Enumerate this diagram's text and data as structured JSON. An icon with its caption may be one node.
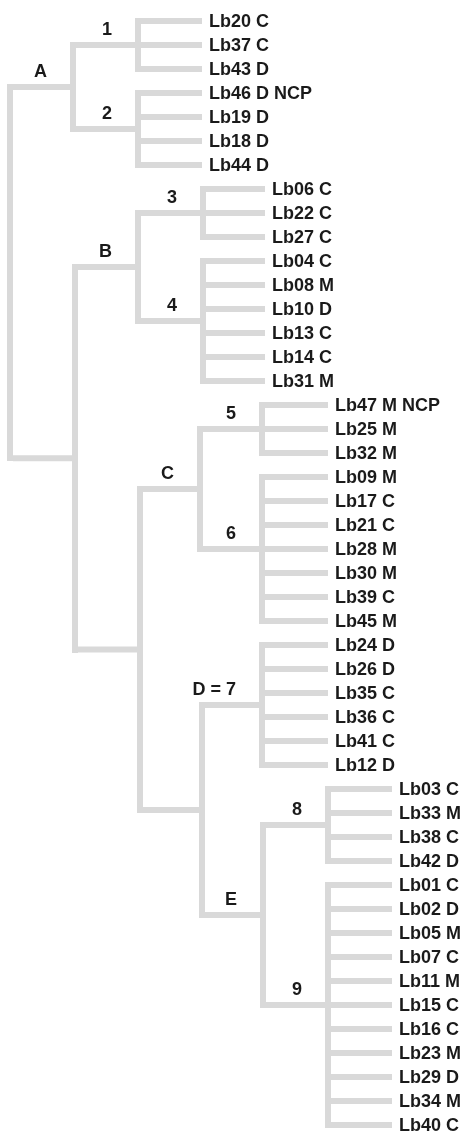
{
  "diagram": {
    "nodes": [
      {
        "text": [],
        "shape": "bar"
      },
      {
        "text": [
          "A"
        ]
      },
      {
        "text": [
          "1"
        ]
      },
      {
        "text": [
          "Lb20 C"
        ]
      },
      {
        "text": [
          "Lb37 C"
        ]
      },
      {
        "text": [
          "Lb43 D"
        ]
      },
      {
        "text": [
          "2"
        ]
      },
      {
        "text": [
          "Lb46 D NCP"
        ]
      },
      {
        "text": [
          "Lb19 D"
        ]
      },
      {
        "text": [
          "Lb18 D"
        ]
      },
      {
        "text": [
          "Lb44 D"
        ]
      },
      {
        "text": [],
        "shape": "bar"
      },
      {
        "text": [
          "B"
        ]
      },
      {
        "text": [
          "3"
        ]
      },
      {
        "text": [
          "Lb06 C"
        ]
      },
      {
        "text": [
          "Lb22 C"
        ]
      },
      {
        "text": [
          "Lb27 C"
        ]
      },
      {
        "text": [
          "4"
        ]
      },
      {
        "text": [
          "Lb04 C"
        ]
      },
      {
        "text": [
          "Lb08 M"
        ]
      },
      {
        "text": [
          "Lb10 D"
        ]
      },
      {
        "text": [
          "Lb13 C"
        ]
      },
      {
        "text": [
          "Lb14 C"
        ]
      },
      {
        "text": [
          "Lb31 M"
        ]
      },
      {
        "text": [],
        "shape": "bar"
      },
      {
        "text": [
          "C"
        ]
      },
      {
        "text": [
          "5"
        ]
      },
      {
        "text": [
          "Lb47 M NCP"
        ]
      },
      {
        "text": [
          "Lb25 M"
        ]
      },
      {
        "text": [
          "Lb32 M"
        ]
      },
      {
        "text": [
          "6"
        ]
      },
      {
        "text": [
          "Lb09 M"
        ]
      },
      {
        "text": [
          "Lb17 C"
        ]
      },
      {
        "text": [
          "Lb21 C"
        ]
      },
      {
        "text": [
          "Lb28 M"
        ]
      },
      {
        "text": [
          "Lb30 M"
        ]
      },
      {
        "text": [
          "Lb39 C"
        ]
      },
      {
        "text": [
          "Lb45 M"
        ]
      },
      {
        "text": [],
        "shape": "bar"
      },
      {
        "text": [
          "D = 7"
        ]
      },
      {
        "text": [
          "Lb24 D"
        ]
      },
      {
        "text": [
          "Lb26 D"
        ]
      },
      {
        "text": [
          "Lb35 C"
        ]
      },
      {
        "text": [
          "Lb36 C"
        ]
      },
      {
        "text": [
          "Lb41 C"
        ]
      },
      {
        "text": [
          "Lb12 D"
        ]
      },
      {
        "text": [
          "E"
        ]
      },
      {
        "text": [
          "8"
        ]
      },
      {
        "text": [
          "Lb03 C"
        ]
      },
      {
        "text": [
          "Lb33 M"
        ]
      },
      {
        "text": [
          "Lb38 C"
        ]
      },
      {
        "text": [
          "Lb42 D"
        ]
      },
      {
        "text": [
          "9"
        ]
      },
      {
        "text": [
          "Lb01 C"
        ]
      },
      {
        "text": [
          "Lb02 D"
        ]
      },
      {
        "text": [
          "Lb05 M"
        ]
      },
      {
        "text": [
          "Lb07 C"
        ]
      },
      {
        "text": [
          "Lb11 M"
        ]
      },
      {
        "text": [
          "Lb15 C"
        ]
      },
      {
        "text": [
          "Lb16 C"
        ]
      },
      {
        "text": [
          "Lb23 M"
        ]
      },
      {
        "text": [
          "Lb29 D"
        ]
      },
      {
        "text": [
          "Lb34 M"
        ]
      },
      {
        "text": [
          "Lb40 C"
        ]
      }
    ],
    "edges": [
      {
        "from": 0,
        "to": 1,
        "arrow": "none"
      },
      {
        "from": 0,
        "to": 11,
        "arrow": "none"
      },
      {
        "from": 1,
        "to": 2,
        "arrow": "none"
      },
      {
        "from": 1,
        "to": 6,
        "arrow": "none"
      },
      {
        "from": 2,
        "to": 3,
        "arrow": "none"
      },
      {
        "from": 2,
        "to": 4,
        "arrow": "none"
      },
      {
        "from": 2,
        "to": 5,
        "arrow": "none"
      },
      {
        "from": 6,
        "to": 7,
        "arrow": "none"
      },
      {
        "from": 6,
        "to": 8,
        "arrow": "none"
      },
      {
        "from": 6,
        "to": 9,
        "arrow": "none"
      },
      {
        "from": 6,
        "to": 10,
        "arrow": "none"
      },
      {
        "from": 11,
        "to": 12,
        "arrow": "none"
      },
      {
        "from": 11,
        "to": 24,
        "arrow": "none"
      },
      {
        "from": 12,
        "to": 13,
        "arrow": "none"
      },
      {
        "from": 12,
        "to": 17,
        "arrow": "none"
      },
      {
        "from": 13,
        "to": 14,
        "arrow": "none"
      },
      {
        "from": 13,
        "to": 15,
        "arrow": "none"
      },
      {
        "from": 13,
        "to": 16,
        "arrow": "none"
      },
      {
        "from": 17,
        "to": 18,
        "arrow": "none"
      },
      {
        "from": 17,
        "to": 19,
        "arrow": "none"
      },
      {
        "from": 17,
        "to": 20,
        "arrow": "none"
      },
      {
        "from": 17,
        "to": 21,
        "arrow": "none"
      },
      {
        "from": 17,
        "to": 22,
        "arrow": "none"
      },
      {
        "from": 17,
        "to": 23,
        "arrow": "none"
      },
      {
        "from": 24,
        "to": 25,
        "arrow": "none"
      },
      {
        "from": 24,
        "to": 38,
        "arrow": "none"
      },
      {
        "from": 25,
        "to": 26,
        "arrow": "none"
      },
      {
        "from": 25,
        "to": 30,
        "arrow": "none"
      },
      {
        "from": 26,
        "to": 27,
        "arrow": "none"
      },
      {
        "from": 26,
        "to": 28,
        "arrow": "none"
      },
      {
        "from": 26,
        "to": 29,
        "arrow": "none"
      },
      {
        "from": 30,
        "to": 31,
        "arrow": "none"
      },
      {
        "from": 30,
        "to": 32,
        "arrow": "none"
      },
      {
        "from": 30,
        "to": 33,
        "arrow": "none"
      },
      {
        "from": 30,
        "to": 34,
        "arrow": "none"
      },
      {
        "from": 30,
        "to": 35,
        "arrow": "none"
      },
      {
        "from": 30,
        "to": 36,
        "arrow": "none"
      },
      {
        "from": 30,
        "to": 37,
        "arrow": "none"
      },
      {
        "from": 38,
        "to": 39,
        "arrow": "none"
      },
      {
        "from": 38,
        "to": 46,
        "arrow": "none"
      },
      {
        "from": 39,
        "to": 40,
        "arrow": "none"
      },
      {
        "from": 39,
        "to": 41,
        "arrow": "none"
      },
      {
        "from": 39,
        "to": 42,
        "arrow": "none"
      },
      {
        "from": 39,
        "to": 43,
        "arrow": "none"
      },
      {
        "from": 39,
        "to": 44,
        "arrow": "none"
      },
      {
        "from": 39,
        "to": 45,
        "arrow": "none"
      },
      {
        "from": 46,
        "to": 47,
        "arrow": "none"
      },
      {
        "from": 46,
        "to": 52,
        "arrow": "none"
      },
      {
        "from": 47,
        "to": 48,
        "arrow": "none"
      },
      {
        "from": 47,
        "to": 49,
        "arrow": "none"
      },
      {
        "from": 47,
        "to": 50,
        "arrow": "none"
      },
      {
        "from": 47,
        "to": 51,
        "arrow": "none"
      },
      {
        "from": 52,
        "to": 53,
        "arrow": "none"
      },
      {
        "from": 52,
        "to": 54,
        "arrow": "none"
      },
      {
        "from": 52,
        "to": 55,
        "arrow": "none"
      },
      {
        "from": 52,
        "to": 56,
        "arrow": "none"
      },
      {
        "from": 52,
        "to": 57,
        "arrow": "none"
      },
      {
        "from": 52,
        "to": 58,
        "arrow": "none"
      },
      {
        "from": 52,
        "to": 59,
        "arrow": "none"
      },
      {
        "from": 52,
        "to": 60,
        "arrow": "none"
      },
      {
        "from": 52,
        "to": 61,
        "arrow": "none"
      },
      {
        "from": 52,
        "to": 62,
        "arrow": "none"
      },
      {
        "from": 52,
        "to": 63,
        "arrow": "none"
      }
    ]
  }
}
